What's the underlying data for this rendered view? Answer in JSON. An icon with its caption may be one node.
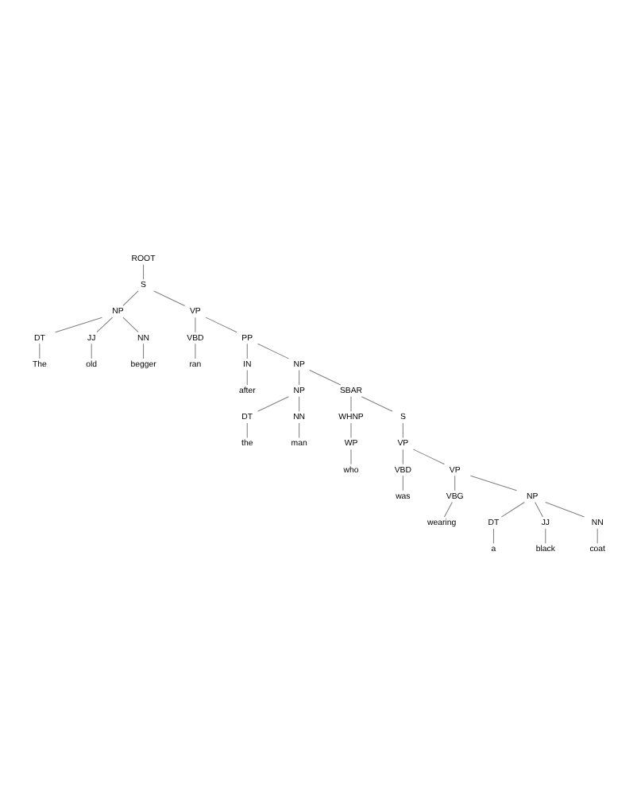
{
  "diagram": {
    "nodes": [
      {
        "text": [
          "ROOT"
        ]
      },
      {
        "text": [
          "S"
        ]
      },
      {
        "text": [
          "NP"
        ]
      },
      {
        "text": [
          "DT"
        ]
      },
      {
        "text": [
          "The"
        ]
      },
      {
        "text": [
          "JJ"
        ]
      },
      {
        "text": [
          "old"
        ]
      },
      {
        "text": [
          "NN"
        ]
      },
      {
        "text": [
          "begger"
        ]
      },
      {
        "text": [
          "VP"
        ]
      },
      {
        "text": [
          "VBD"
        ]
      },
      {
        "text": [
          "ran"
        ]
      },
      {
        "text": [
          "PP"
        ]
      },
      {
        "text": [
          "IN"
        ]
      },
      {
        "text": [
          "after"
        ]
      },
      {
        "text": [
          "NP"
        ]
      },
      {
        "text": [
          "NP"
        ]
      },
      {
        "text": [
          "DT"
        ]
      },
      {
        "text": [
          "the"
        ]
      },
      {
        "text": [
          "NN"
        ]
      },
      {
        "text": [
          "man"
        ]
      },
      {
        "text": [
          "SBAR"
        ]
      },
      {
        "text": [
          "WHNP"
        ]
      },
      {
        "text": [
          "WP"
        ]
      },
      {
        "text": [
          "who"
        ]
      },
      {
        "text": [
          "S"
        ]
      },
      {
        "text": [
          "VP"
        ]
      },
      {
        "text": [
          "VBD"
        ]
      },
      {
        "text": [
          "was"
        ]
      },
      {
        "text": [
          "VP"
        ]
      },
      {
        "text": [
          "VBG"
        ]
      },
      {
        "text": [
          "wearing"
        ]
      },
      {
        "text": [
          "NP"
        ]
      },
      {
        "text": [
          "DT"
        ]
      },
      {
        "text": [
          "a"
        ]
      },
      {
        "text": [
          "JJ"
        ]
      },
      {
        "text": [
          "black"
        ]
      },
      {
        "text": [
          "NN"
        ]
      },
      {
        "text": [
          "coat"
        ]
      }
    ],
    "edges": [
      {
        "from": 0,
        "to": 1,
        "arrow": "none"
      },
      {
        "from": 1,
        "to": 2,
        "arrow": "none"
      },
      {
        "from": 2,
        "to": 3,
        "arrow": "none"
      },
      {
        "from": 3,
        "to": 4,
        "arrow": "none"
      },
      {
        "from": 2,
        "to": 5,
        "arrow": "none"
      },
      {
        "from": 5,
        "to": 6,
        "arrow": "none"
      },
      {
        "from": 2,
        "to": 7,
        "arrow": "none"
      },
      {
        "from": 7,
        "to": 8,
        "arrow": "none"
      },
      {
        "from": 1,
        "to": 9,
        "arrow": "none"
      },
      {
        "from": 9,
        "to": 10,
        "arrow": "none"
      },
      {
        "from": 10,
        "to": 11,
        "arrow": "none"
      },
      {
        "from": 9,
        "to": 12,
        "arrow": "none"
      },
      {
        "from": 12,
        "to": 13,
        "arrow": "none"
      },
      {
        "from": 13,
        "to": 14,
        "arrow": "none"
      },
      {
        "from": 12,
        "to": 15,
        "arrow": "none"
      },
      {
        "from": 15,
        "to": 16,
        "arrow": "none"
      },
      {
        "from": 16,
        "to": 17,
        "arrow": "none"
      },
      {
        "from": 17,
        "to": 18,
        "arrow": "none"
      },
      {
        "from": 16,
        "to": 19,
        "arrow": "none"
      },
      {
        "from": 19,
        "to": 20,
        "arrow": "none"
      },
      {
        "from": 15,
        "to": 21,
        "arrow": "none"
      },
      {
        "from": 21,
        "to": 22,
        "arrow": "none"
      },
      {
        "from": 22,
        "to": 23,
        "arrow": "none"
      },
      {
        "from": 23,
        "to": 24,
        "arrow": "none"
      },
      {
        "from": 21,
        "to": 25,
        "arrow": "none"
      },
      {
        "from": 25,
        "to": 26,
        "arrow": "none"
      },
      {
        "from": 26,
        "to": 27,
        "arrow": "none"
      },
      {
        "from": 27,
        "to": 28,
        "arrow": "none"
      },
      {
        "from": 26,
        "to": 29,
        "arrow": "none"
      },
      {
        "from": 29,
        "to": 30,
        "arrow": "none"
      },
      {
        "from": 30,
        "to": 31,
        "arrow": "none"
      },
      {
        "from": 29,
        "to": 32,
        "arrow": "none"
      },
      {
        "from": 32,
        "to": 33,
        "arrow": "none"
      },
      {
        "from": 33,
        "to": 34,
        "arrow": "none"
      },
      {
        "from": 32,
        "to": 35,
        "arrow": "none"
      },
      {
        "from": 35,
        "to": 36,
        "arrow": "none"
      },
      {
        "from": 32,
        "to": 37,
        "arrow": "none"
      },
      {
        "from": 37,
        "to": 38,
        "arrow": "none"
      }
    ]
  }
}
